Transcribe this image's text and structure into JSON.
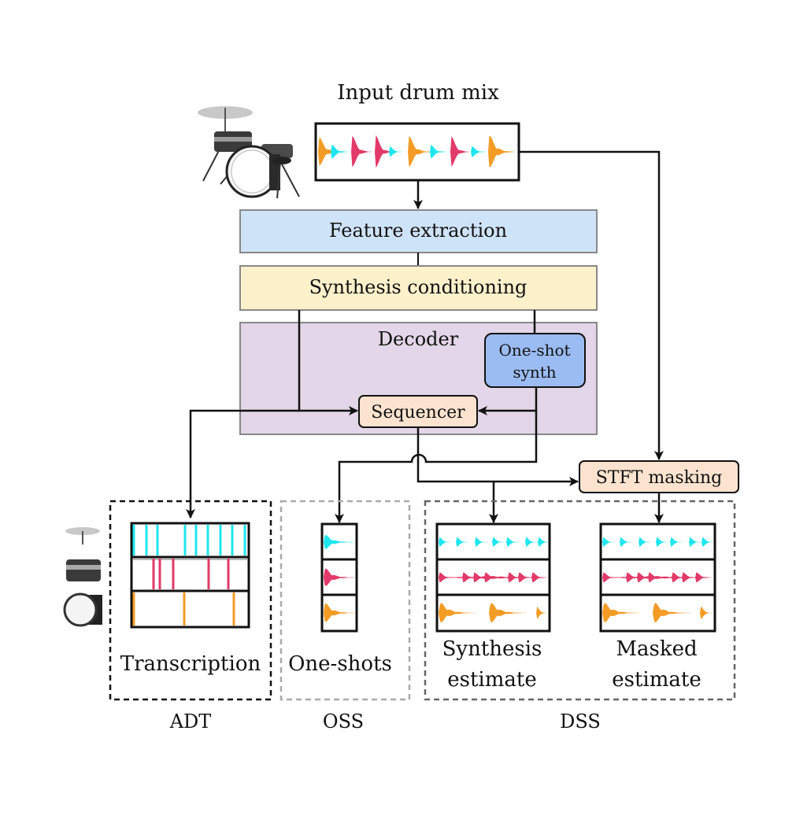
{
  "title": "Input drum mix",
  "blocks": {
    "feature_extraction": "Feature extraction",
    "synthesis_conditioning": "Synthesis conditioning",
    "decoder": "Decoder",
    "one_shot_synth_line1": "One-shot",
    "one_shot_synth_line2": "synth",
    "sequencer": "Sequencer",
    "stft_masking": "STFT masking"
  },
  "outputs": {
    "transcription": "Transcription",
    "one_shots": "One-shots",
    "synthesis_estimate_line1": "Synthesis",
    "synthesis_estimate_line2": "estimate",
    "masked_estimate_line1": "Masked",
    "masked_estimate_line2": "estimate"
  },
  "groups": {
    "adt": "ADT",
    "oss": "OSS",
    "dss": "DSS"
  },
  "colors": {
    "feature_extraction_fill": "#cfe3f8",
    "synthesis_conditioning_fill": "#fdf1cc",
    "decoder_fill": "#e2d6e8",
    "one_shot_synth_fill": "#9bbcf2",
    "sequencer_fill": "#fbe3cf",
    "stft_masking_fill": "#fbe3cf",
    "cymbal_track": "#1fe6ee",
    "snare_track": "#e23a6a",
    "kick_track": "#f39c25"
  },
  "icons": [
    "drum-kit-icon",
    "cymbal-icon",
    "snare-drum-icon",
    "bass-drum-icon"
  ]
}
